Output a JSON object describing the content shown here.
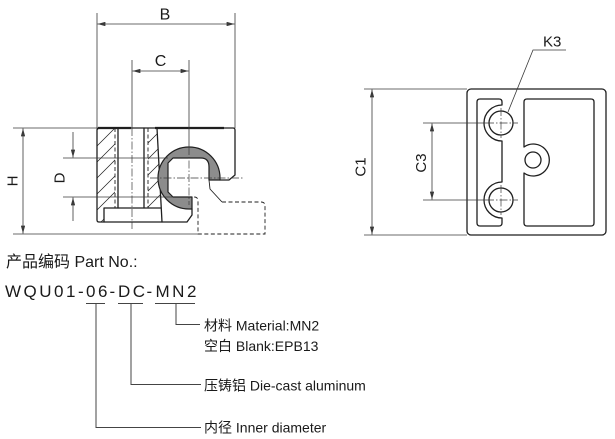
{
  "colors": {
    "background": "#ffffff",
    "line": "#1f1f1f",
    "dimension_line": "#3a3a3a",
    "liner_fill": "#8c8c8c",
    "text": "#1a1a1a"
  },
  "side_view": {
    "dim_b": "B",
    "dim_c": "C",
    "dim_h": "H",
    "dim_d": "D"
  },
  "end_view": {
    "dim_c1": "C1",
    "dim_c3": "C3",
    "dim_k3": "K3"
  },
  "part_number": {
    "heading": "产品编码 Part No.:",
    "code": {
      "prefix": "WQU01-",
      "inner_diameter": "06",
      "separator_1": "-",
      "process": "DC",
      "separator_2": "-",
      "material": "MN2"
    },
    "legend": {
      "material": "材料 Material:MN2",
      "blank": "空白 Blank:EPB13",
      "process": "压铸铝 Die-cast aluminum",
      "inner_diameter": "内径 Inner diameter"
    }
  }
}
